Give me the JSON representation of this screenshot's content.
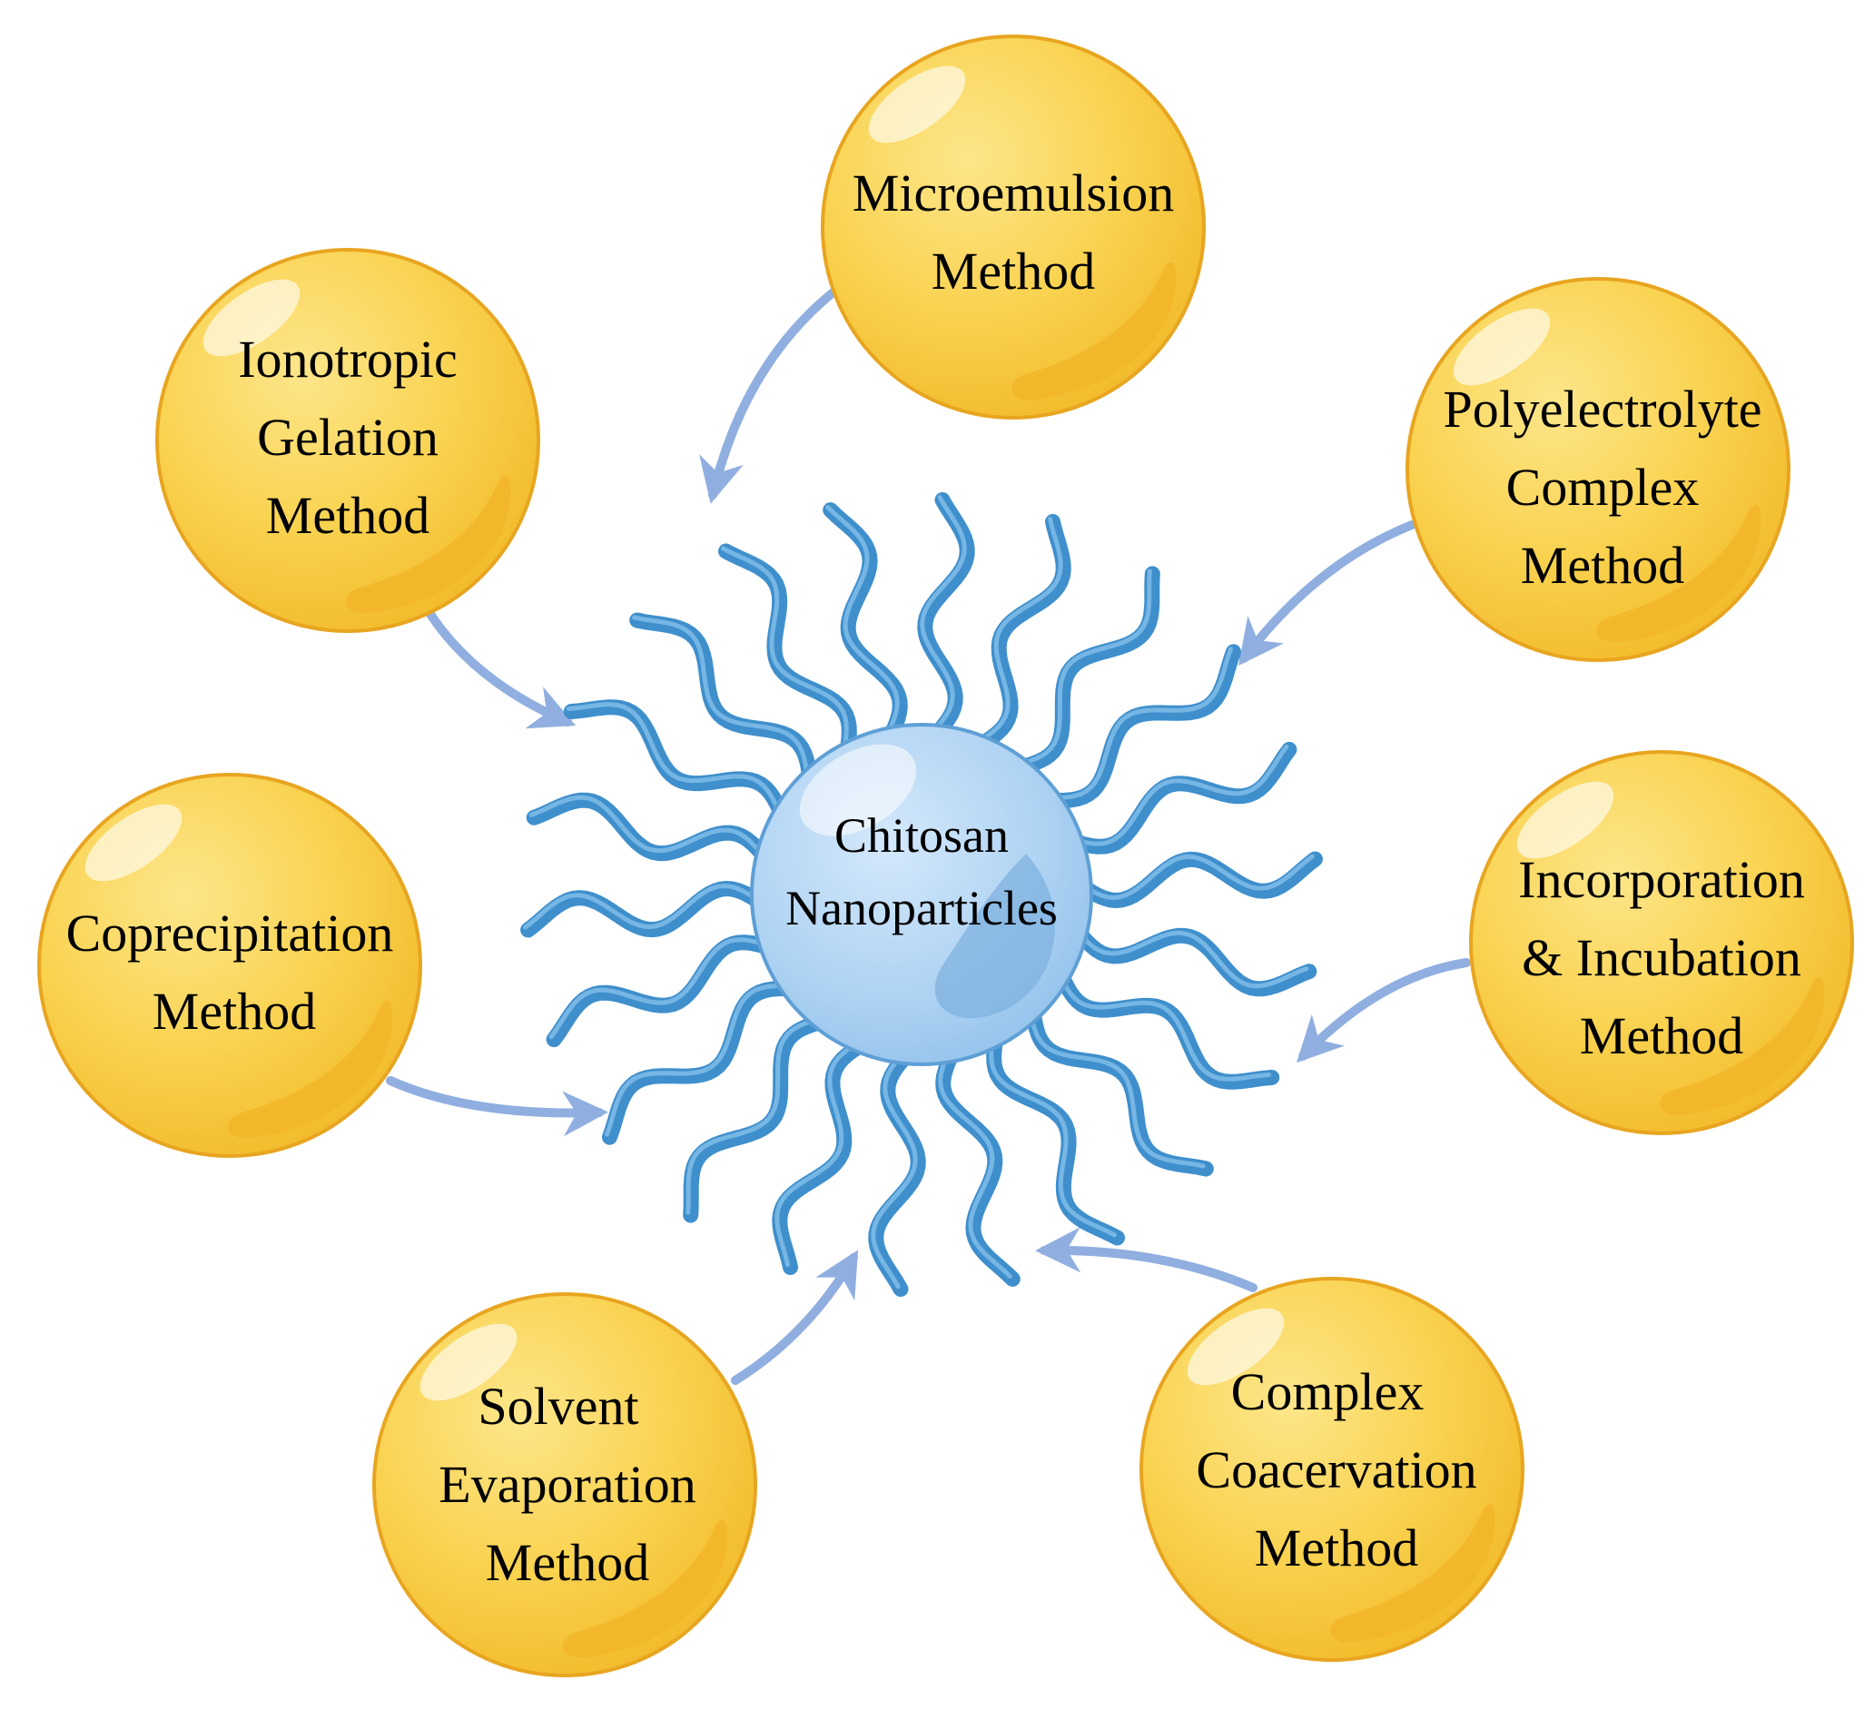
{
  "center": {
    "lines": [
      "Chitosan",
      "Nanoparticles"
    ],
    "color": "#a9cff1",
    "tail_color": "#3f8fcc"
  },
  "methods": [
    {
      "id": "microemulsion",
      "lines": [
        "Microemulsion",
        "Method"
      ]
    },
    {
      "id": "ionotropic-gelation",
      "lines": [
        "Ionotropic",
        "Gelation",
        "Method"
      ]
    },
    {
      "id": "polyelectrolyte-complex",
      "lines": [
        "Polyelectrolyte",
        "Complex",
        "Method"
      ]
    },
    {
      "id": "coprecipitation",
      "lines": [
        "Coprecipitation",
        "Method"
      ]
    },
    {
      "id": "incorporation-incubation",
      "lines": [
        "Incorporation",
        "& Incubation",
        "Method"
      ]
    },
    {
      "id": "solvent-evaporation",
      "lines": [
        "Solvent",
        "Evaporation",
        "Method"
      ]
    },
    {
      "id": "complex-coacervation",
      "lines": [
        "Complex",
        "Coacervation",
        "Method"
      ]
    }
  ],
  "colors": {
    "bubble_fill": "#f9d24f",
    "bubble_edge": "#e8a520",
    "arrow": "#90afe0"
  }
}
